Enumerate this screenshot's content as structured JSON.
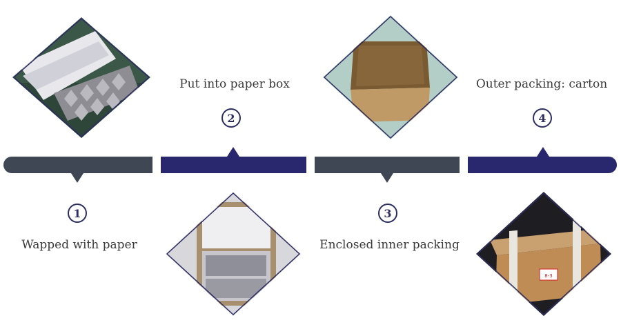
{
  "steps": [
    {
      "number": "1",
      "label": "Wapped with paper"
    },
    {
      "number": "2",
      "label": "Put into paper box"
    },
    {
      "number": "3",
      "label": "Enclosed inner packing"
    },
    {
      "number": "4",
      "label": "Outer packing: carton"
    }
  ],
  "carton_tag": "8-3",
  "colors": {
    "gray_bar": "#3f4755",
    "navy_bar": "#29286e",
    "number_ring": "#2c2d62",
    "photo_border": "#2c2d62"
  }
}
